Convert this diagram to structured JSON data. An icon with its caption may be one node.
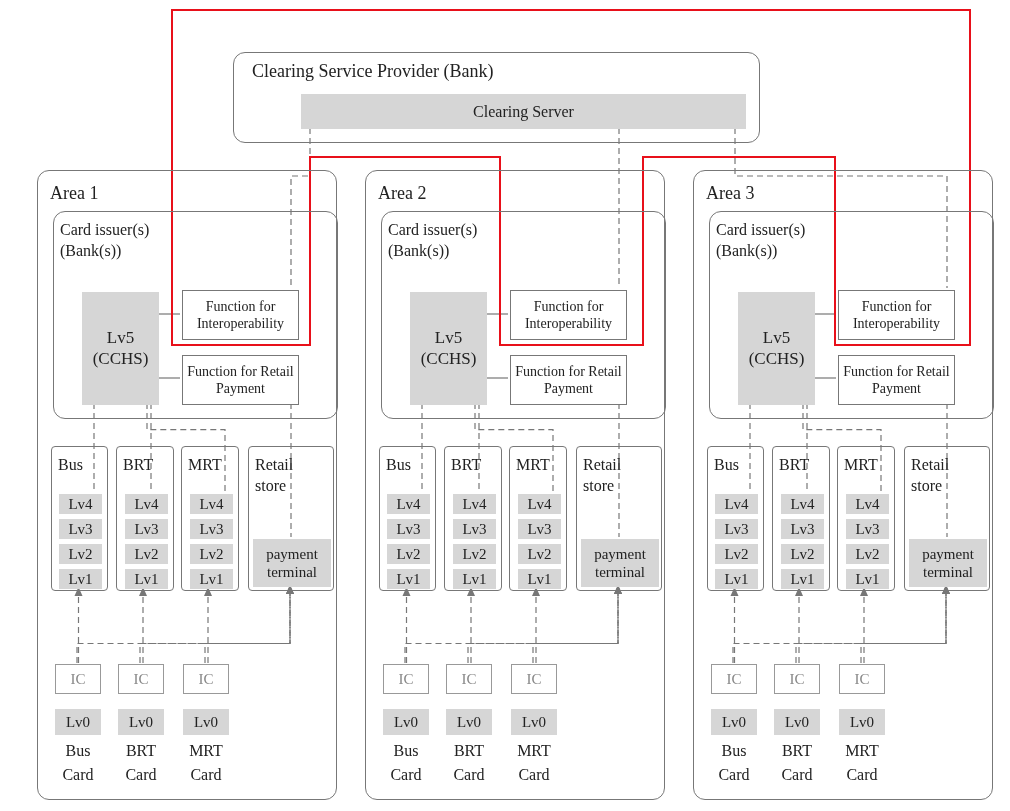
{
  "diagram": {
    "nodes": [
      {
        "text": [
          "Clearing Service Provider (Bank)"
        ]
      },
      {
        "text": [
          "Clearing Server"
        ],
        "in": 0
      },
      {
        "text": [
          "Area 1"
        ]
      },
      {
        "text": [
          "Card issuer(s) (Bank(s))"
        ],
        "in": 2
      },
      {
        "text": [
          "Lv5 (CCHS)"
        ],
        "in": 3
      },
      {
        "text": [
          "Function for Interoperability"
        ],
        "in": 3
      },
      {
        "text": [
          "Function for Retail Payment"
        ],
        "in": 3
      },
      {
        "text": [
          "Bus"
        ],
        "in": 2
      },
      {
        "text": [
          "Lv4"
        ],
        "in": 7
      },
      {
        "text": [
          "Lv3"
        ],
        "in": 7
      },
      {
        "text": [
          "Lv2"
        ],
        "in": 7
      },
      {
        "text": [
          "Lv1"
        ],
        "in": 7
      },
      {
        "text": [
          "BRT"
        ],
        "in": 2
      },
      {
        "text": [
          "Lv4"
        ],
        "in": 12
      },
      {
        "text": [
          "Lv3"
        ],
        "in": 12
      },
      {
        "text": [
          "Lv2"
        ],
        "in": 12
      },
      {
        "text": [
          "Lv1"
        ],
        "in": 12
      },
      {
        "text": [
          "MRT"
        ],
        "in": 2
      },
      {
        "text": [
          "Lv4"
        ],
        "in": 17
      },
      {
        "text": [
          "Lv3"
        ],
        "in": 17
      },
      {
        "text": [
          "Lv2"
        ],
        "in": 17
      },
      {
        "text": [
          "Lv1"
        ],
        "in": 17
      },
      {
        "text": [
          "Retail store"
        ],
        "in": 2
      },
      {
        "text": [
          "payment terminal"
        ],
        "in": 22
      },
      {
        "text": [
          "IC"
        ],
        "in": 2
      },
      {
        "text": [
          "Lv0"
        ],
        "in": 2,
        "beside": [
          "Bus Card"
        ]
      },
      {
        "text": [
          "IC"
        ],
        "in": 2
      },
      {
        "text": [
          "Lv0"
        ],
        "in": 2,
        "beside": [
          "BRT Card"
        ]
      },
      {
        "text": [
          "IC"
        ],
        "in": 2
      },
      {
        "text": [
          "Lv0"
        ],
        "in": 2,
        "beside": [
          "MRT Card"
        ]
      },
      {
        "text": [
          "Area 2"
        ]
      },
      {
        "text": [
          "Card issuer(s) (Bank(s))"
        ],
        "in": 30
      },
      {
        "text": [
          "Lv5 (CCHS)"
        ],
        "in": 31
      },
      {
        "text": [
          "Function for Interoperability"
        ],
        "in": 31
      },
      {
        "text": [
          "Function for Retail Payment"
        ],
        "in": 31
      },
      {
        "text": [
          "Bus"
        ],
        "in": 30
      },
      {
        "text": [
          "Lv4"
        ],
        "in": 35
      },
      {
        "text": [
          "Lv3"
        ],
        "in": 35
      },
      {
        "text": [
          "Lv2"
        ],
        "in": 35
      },
      {
        "text": [
          "Lv1"
        ],
        "in": 35
      },
      {
        "text": [
          "BRT"
        ],
        "in": 30
      },
      {
        "text": [
          "Lv4"
        ],
        "in": 40
      },
      {
        "text": [
          "Lv3"
        ],
        "in": 40
      },
      {
        "text": [
          "Lv2"
        ],
        "in": 40
      },
      {
        "text": [
          "Lv1"
        ],
        "in": 40
      },
      {
        "text": [
          "MRT"
        ],
        "in": 30
      },
      {
        "text": [
          "Lv4"
        ],
        "in": 45
      },
      {
        "text": [
          "Lv3"
        ],
        "in": 45
      },
      {
        "text": [
          "Lv2"
        ],
        "in": 45
      },
      {
        "text": [
          "Lv1"
        ],
        "in": 45
      },
      {
        "text": [
          "Retail store"
        ],
        "in": 30
      },
      {
        "text": [
          "payment terminal"
        ],
        "in": 50
      },
      {
        "text": [
          "IC"
        ],
        "in": 30
      },
      {
        "text": [
          "Lv0"
        ],
        "in": 30,
        "beside": [
          "Bus Card"
        ]
      },
      {
        "text": [
          "IC"
        ],
        "in": 30
      },
      {
        "text": [
          "Lv0"
        ],
        "in": 30,
        "beside": [
          "BRT Card"
        ]
      },
      {
        "text": [
          "IC"
        ],
        "in": 30
      },
      {
        "text": [
          "Lv0"
        ],
        "in": 30,
        "beside": [
          "MRT Card"
        ]
      },
      {
        "text": [
          "Area 3"
        ]
      },
      {
        "text": [
          "Card issuer(s) (Bank(s))"
        ],
        "in": 58
      },
      {
        "text": [
          "Lv5 (CCHS)"
        ],
        "in": 59
      },
      {
        "text": [
          "Function for Interoperability"
        ],
        "in": 59
      },
      {
        "text": [
          "Function for Retail Payment"
        ],
        "in": 59
      },
      {
        "text": [
          "Bus"
        ],
        "in": 58
      },
      {
        "text": [
          "Lv4"
        ],
        "in": 63
      },
      {
        "text": [
          "Lv3"
        ],
        "in": 63
      },
      {
        "text": [
          "Lv2"
        ],
        "in": 63
      },
      {
        "text": [
          "Lv1"
        ],
        "in": 63
      },
      {
        "text": [
          "BRT"
        ],
        "in": 58
      },
      {
        "text": [
          "Lv4"
        ],
        "in": 68
      },
      {
        "text": [
          "Lv3"
        ],
        "in": 68
      },
      {
        "text": [
          "Lv2"
        ],
        "in": 68
      },
      {
        "text": [
          "Lv1"
        ],
        "in": 68
      },
      {
        "text": [
          "MRT"
        ],
        "in": 58
      },
      {
        "text": [
          "Lv4"
        ],
        "in": 73
      },
      {
        "text": [
          "Lv3"
        ],
        "in": 73
      },
      {
        "text": [
          "Lv2"
        ],
        "in": 73
      },
      {
        "text": [
          "Lv1"
        ],
        "in": 73
      },
      {
        "text": [
          "Retail store"
        ],
        "in": 58
      },
      {
        "text": [
          "payment terminal"
        ],
        "in": 78
      },
      {
        "text": [
          "IC"
        ],
        "in": 58
      },
      {
        "text": [
          "Lv0"
        ],
        "in": 58,
        "beside": [
          "Bus Card"
        ]
      },
      {
        "text": [
          "IC"
        ],
        "in": 58
      },
      {
        "text": [
          "Lv0"
        ],
        "in": 58,
        "beside": [
          "BRT Card"
        ]
      },
      {
        "text": [
          "IC"
        ],
        "in": 58
      },
      {
        "text": [
          "Lv0"
        ],
        "in": 58,
        "beside": [
          "MRT Card"
        ]
      }
    ],
    "edges": [
      {
        "from": 1,
        "to": 5,
        "arrow": "none",
        "style": "dashed"
      },
      {
        "from": 4,
        "to": 5,
        "arrow": "none"
      },
      {
        "from": 4,
        "to": 6,
        "arrow": "none"
      },
      {
        "from": 4,
        "to": 8,
        "arrow": "none",
        "style": "dashed"
      },
      {
        "from": 4,
        "to": 13,
        "arrow": "none",
        "style": "dashed"
      },
      {
        "from": 4,
        "to": 18,
        "arrow": "none",
        "style": "dashed"
      },
      {
        "from": 6,
        "to": 23,
        "arrow": "none",
        "style": "dashed"
      },
      {
        "from": 24,
        "to": 11,
        "arrow": "to",
        "style": "dashed"
      },
      {
        "from": 26,
        "to": 16,
        "arrow": "to",
        "style": "dashed"
      },
      {
        "from": 28,
        "to": 21,
        "arrow": "to",
        "style": "dashed"
      },
      {
        "from": 24,
        "to": 23,
        "arrow": "to",
        "style": "dashed"
      },
      {
        "from": 26,
        "to": 23,
        "arrow": "to",
        "style": "dashed"
      },
      {
        "from": 28,
        "to": 23,
        "arrow": "to",
        "style": "dashed"
      },
      {
        "from": 1,
        "to": 33,
        "arrow": "none",
        "style": "dashed"
      },
      {
        "from": 32,
        "to": 33,
        "arrow": "none"
      },
      {
        "from": 32,
        "to": 34,
        "arrow": "none"
      },
      {
        "from": 32,
        "to": 36,
        "arrow": "none",
        "style": "dashed"
      },
      {
        "from": 32,
        "to": 41,
        "arrow": "none",
        "style": "dashed"
      },
      {
        "from": 32,
        "to": 46,
        "arrow": "none",
        "style": "dashed"
      },
      {
        "from": 34,
        "to": 51,
        "arrow": "none",
        "style": "dashed"
      },
      {
        "from": 52,
        "to": 39,
        "arrow": "to",
        "style": "dashed"
      },
      {
        "from": 54,
        "to": 44,
        "arrow": "to",
        "style": "dashed"
      },
      {
        "from": 56,
        "to": 49,
        "arrow": "to",
        "style": "dashed"
      },
      {
        "from": 52,
        "to": 51,
        "arrow": "to",
        "style": "dashed"
      },
      {
        "from": 54,
        "to": 51,
        "arrow": "to",
        "style": "dashed"
      },
      {
        "from": 56,
        "to": 51,
        "arrow": "to",
        "style": "dashed"
      },
      {
        "from": 1,
        "to": 61,
        "arrow": "none",
        "style": "dashed"
      },
      {
        "from": 60,
        "to": 61,
        "arrow": "none"
      },
      {
        "from": 60,
        "to": 62,
        "arrow": "none"
      },
      {
        "from": 60,
        "to": 64,
        "arrow": "none",
        "style": "dashed"
      },
      {
        "from": 60,
        "to": 69,
        "arrow": "none",
        "style": "dashed"
      },
      {
        "from": 60,
        "to": 74,
        "arrow": "none",
        "style": "dashed"
      },
      {
        "from": 62,
        "to": 79,
        "arrow": "none",
        "style": "dashed"
      },
      {
        "from": 80,
        "to": 67,
        "arrow": "to",
        "style": "dashed"
      },
      {
        "from": 82,
        "to": 72,
        "arrow": "to",
        "style": "dashed"
      },
      {
        "from": 84,
        "to": 77,
        "arrow": "to",
        "style": "dashed"
      },
      {
        "from": 80,
        "to": 79,
        "arrow": "to",
        "style": "dashed"
      },
      {
        "from": 82,
        "to": 79,
        "arrow": "to",
        "style": "dashed"
      },
      {
        "from": 84,
        "to": 79,
        "arrow": "to",
        "style": "dashed"
      }
    ]
  }
}
